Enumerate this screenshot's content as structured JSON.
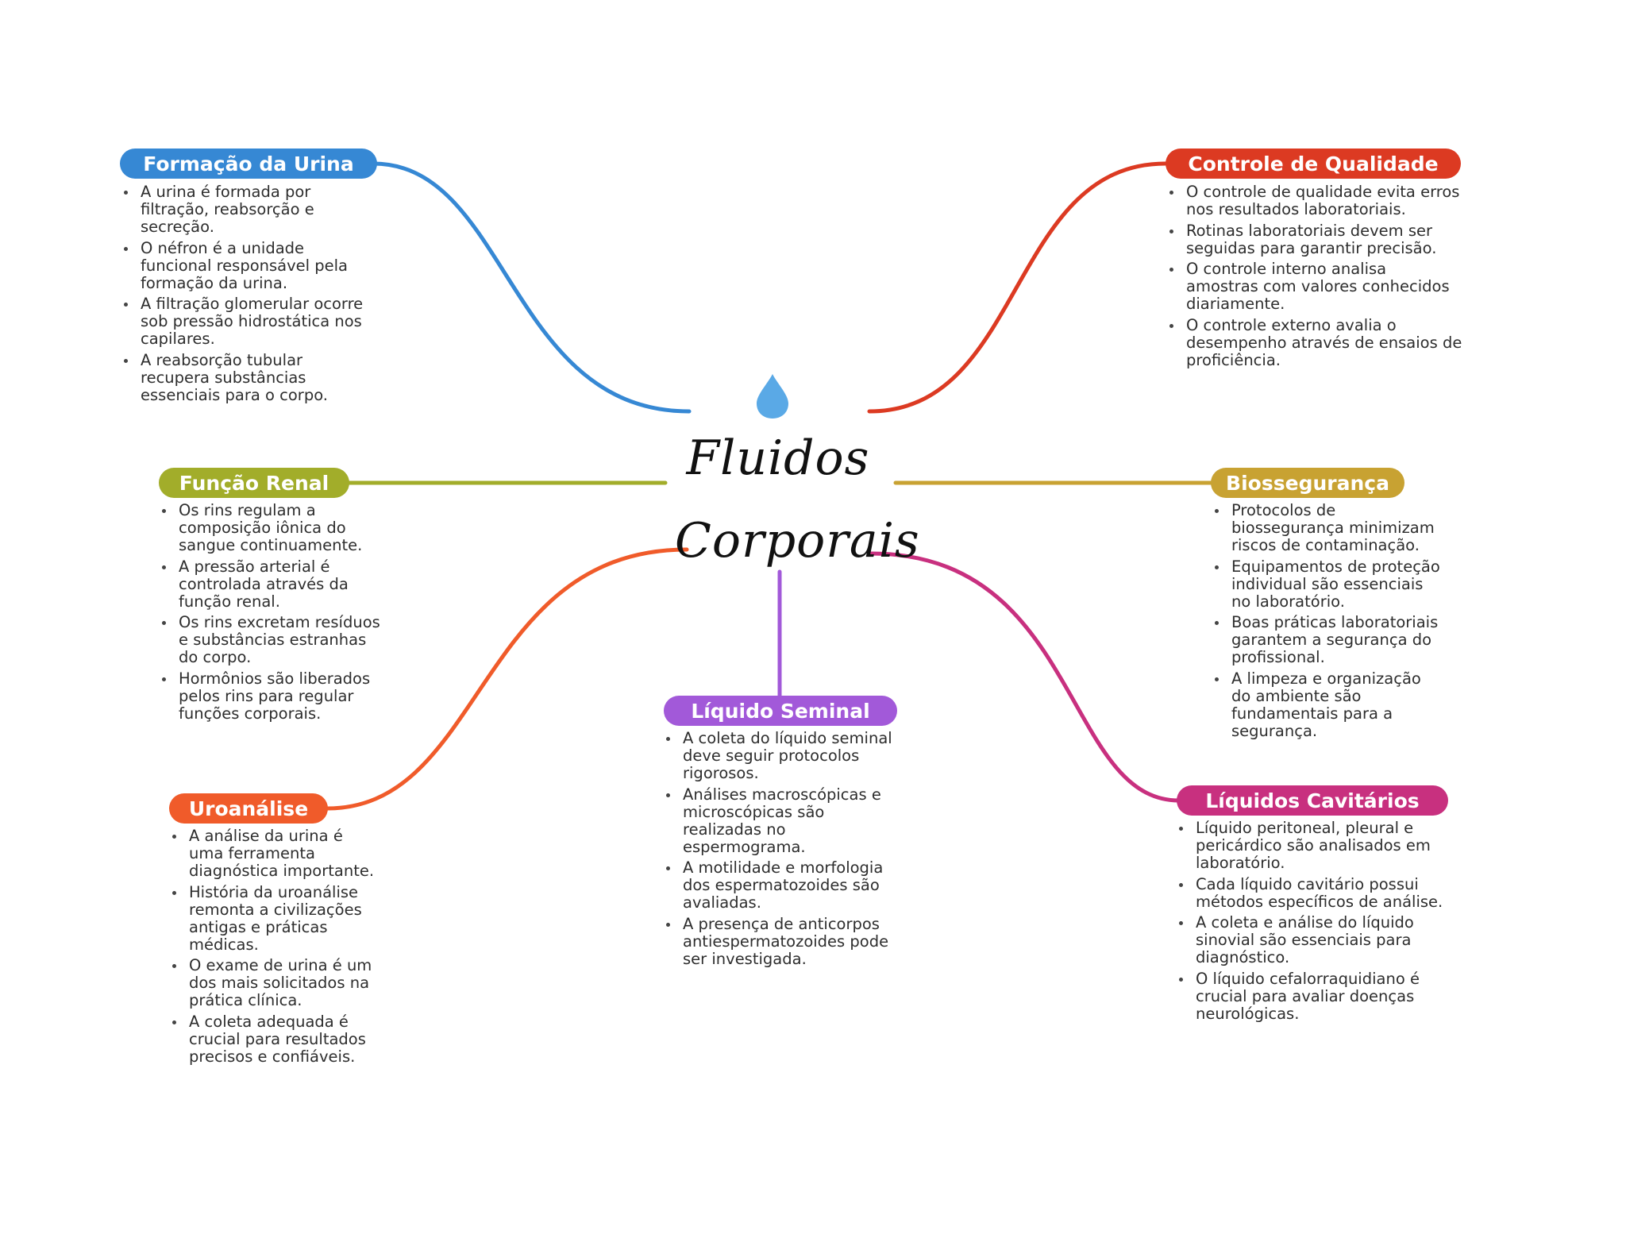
{
  "center": {
    "title_line1": "Fluidos",
    "title_line2": "Corporais",
    "icon": "water-drop-icon",
    "icon_color": "#5aa9e6"
  },
  "branches": [
    {
      "id": "formacao",
      "title": "Formação da Urina",
      "color": "#3688d4",
      "items": [
        "A urina é formada por filtração, reabsorção e secreção.",
        "O néfron é a unidade funcional responsável pela formação da urina.",
        "A filtração glomerular ocorre sob pressão hidrostática nos capilares.",
        "A reabsorção tubular recupera substâncias essenciais para o corpo."
      ]
    },
    {
      "id": "controle",
      "title": "Controle de Qualidade",
      "color": "#dc3a22",
      "items": [
        "O controle de qualidade evita erros nos resultados laboratoriais.",
        "Rotinas laboratoriais devem ser seguidas para garantir precisão.",
        "O controle interno analisa amostras com valores conhecidos diariamente.",
        "O controle externo avalia o desempenho através de ensaios de proficiência."
      ]
    },
    {
      "id": "funcao",
      "title": "Função Renal",
      "color": "#a2ad2a",
      "items": [
        "Os rins regulam a composição iônica do sangue continuamente.",
        "A pressão arterial é controlada através da função renal.",
        "Os rins excretam resíduos e substâncias estranhas do corpo.",
        "Hormônios são liberados pelos rins para regular funções corporais."
      ]
    },
    {
      "id": "bio",
      "title": "Biossegurança",
      "color": "#c8a232",
      "items": [
        "Protocolos de biossegurança minimizam riscos de contaminação.",
        "Equipamentos de proteção individual são essenciais no laboratório.",
        "Boas práticas laboratoriais garantem a segurança do profissional.",
        "A limpeza e organização do ambiente são fundamentais para a segurança."
      ]
    },
    {
      "id": "uro",
      "title": "Uroanálise",
      "color": "#f05b2a",
      "items": [
        "A análise da urina é uma ferramenta diagnóstica importante.",
        "História da uroanálise remonta a civilizações antigas e práticas médicas.",
        "O exame de urina é um dos mais solicitados na prática clínica.",
        "A coleta adequada é crucial para resultados precisos e confiáveis."
      ]
    },
    {
      "id": "seminal",
      "title": "Líquido Seminal",
      "color": "#a259d9",
      "items": [
        "A coleta do líquido seminal deve seguir protocolos rigorosos.",
        "Análises macroscópicas e microscópicas são realizadas no espermograma.",
        "A motilidade e morfologia dos espermatozoides são avaliadas.",
        "A presença de anticorpos antiespermatozoides pode ser investigada."
      ]
    },
    {
      "id": "cavitarios",
      "title": "Líquidos Cavitários",
      "color": "#c8307f",
      "items": [
        "Líquido peritoneal, pleural e pericárdico são analisados em laboratório.",
        "Cada líquido cavitário possui métodos específicos de análise.",
        "A coleta e análise do líquido sinovial são essenciais para diagnóstico.",
        "O líquido cefalorraquidiano é crucial para avaliar doenças neurológicas."
      ]
    }
  ]
}
